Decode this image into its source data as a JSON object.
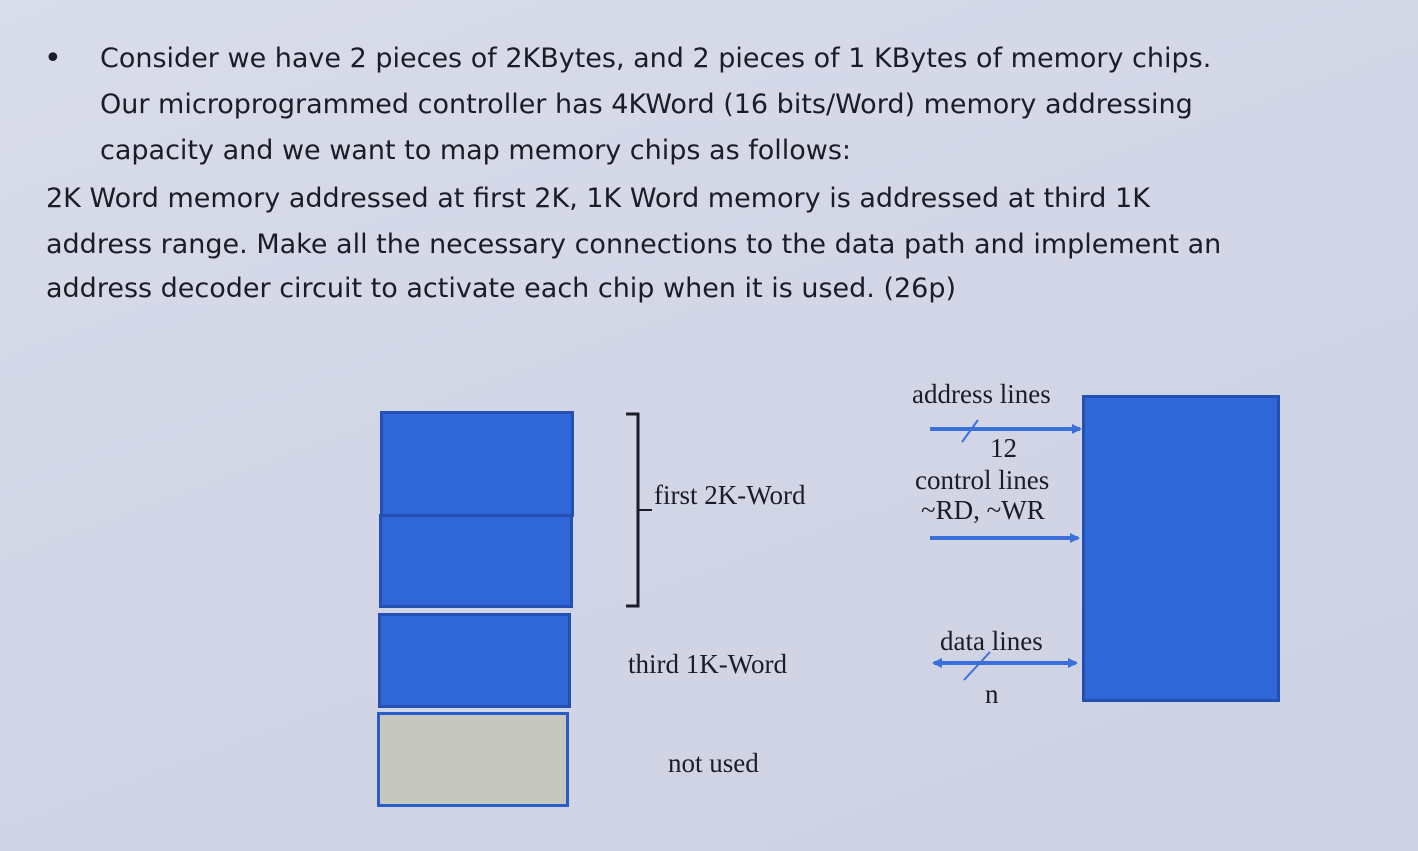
{
  "question": {
    "bullet": "•",
    "line1": "Consider we have 2 pieces of 2KBytes, and 2 pieces of 1 KBytes of memory chips.",
    "line2": "Our microprogrammed controller has 4KWord (16 bits/Word) memory addressing",
    "line3": "capacity and we want to map memory chips as follows:",
    "line4": "2K Word memory addressed at first 2K, 1K Word memory is addressed at third 1K",
    "line5": "address range. Make all the necessary connections to the data path and implement an",
    "line6": "address decoder circuit  to activate each chip when it is used. (26p)"
  },
  "memory_map": {
    "first_label": "first 2K-Word",
    "third_label": "third 1K-Word",
    "unused_label": "not used",
    "blue_color": "#2f66d8",
    "unused_color": "#c6c8c0"
  },
  "memory_chip": {
    "address_label": "address lines",
    "address_width": "12",
    "control_label": "control lines",
    "control_signals": "~RD, ~WR",
    "data_label": "data lines",
    "data_width": "n",
    "arrow_color": "#3a6fdc"
  }
}
